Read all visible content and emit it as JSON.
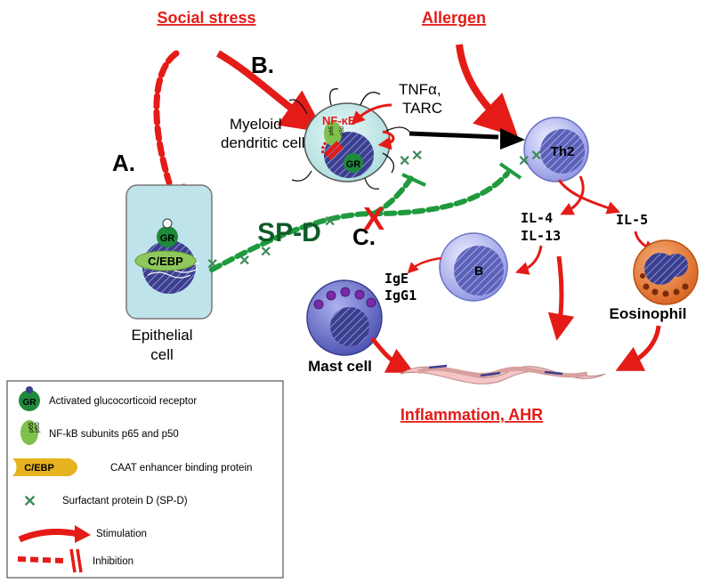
{
  "labels": {
    "social_stress": "Social stress",
    "allergen": "Allergen",
    "inflammation": "Inflammation, AHR",
    "A": "A.",
    "B": "B.",
    "C": "C.",
    "myeloid_1": "Myeloid",
    "myeloid_2": "dendritic cell",
    "tnf_1": "TNFα,",
    "tnf_2": "TARC",
    "nfkb": "NF-κB",
    "p65": "p65",
    "p50": "p50",
    "gr": "GR",
    "cebp": "C/EBP",
    "spd": "SP-D",
    "x_mark": "X",
    "th2": "Th2",
    "il4": "IL-4",
    "il13": "IL-13",
    "il5": "IL-5",
    "b_cell": "B",
    "ige": "IgE",
    "igg1": "IgG1",
    "eosinophil": "Eosinophil",
    "mast_cell": "Mast cell",
    "epithelial_1": "Epithelial",
    "epithelial_2": "cell"
  },
  "legend": {
    "items": [
      {
        "symbol": "GR",
        "text": "Activated glucocorticoid receptor"
      },
      {
        "symbol": "p65 p50",
        "text": "NF-kB subunits p65 and p50"
      },
      {
        "symbol": "C/EBP",
        "text": "CAAT enhancer binding protein"
      },
      {
        "symbol": "",
        "text": "Surfactant protein D (SP-D)"
      },
      {
        "symbol": "",
        "text": "Stimulation"
      },
      {
        "symbol": "",
        "text": "Inhibition"
      }
    ]
  },
  "colors": {
    "red": "#e41b17",
    "green": "#1f8a3c",
    "dark_green": "#0f5a28",
    "cell_blue": "#c9cdf5",
    "nucleus": "#3a3f8c",
    "epithelial": "#bfe3ea",
    "eosinophil": "#e0732b"
  }
}
